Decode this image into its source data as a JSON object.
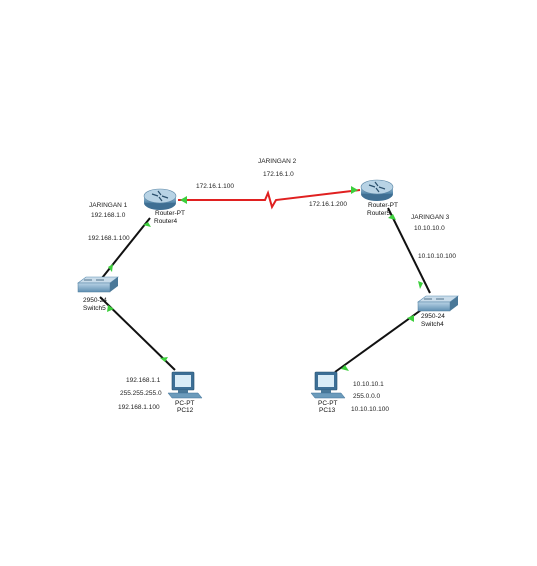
{
  "networks": {
    "net1": {
      "title": "JARINGAN 1",
      "address": "192.168.1.0"
    },
    "net2": {
      "title": "JARINGAN 2",
      "address": "172.16.1.0"
    },
    "net3": {
      "title": "JARINGAN 3",
      "address": "10.10.10.0"
    }
  },
  "devices": {
    "router4": {
      "type": "Router-PT",
      "name": "Router4"
    },
    "router5": {
      "type": "Router-PT",
      "name": "Router5"
    },
    "switch5": {
      "type": "2950-24",
      "name": "Switch5"
    },
    "switch4": {
      "type": "2950-24",
      "name": "Switch4"
    },
    "pc12": {
      "type": "PC-PT",
      "name": "PC12"
    },
    "pc13": {
      "type": "PC-PT",
      "name": "PC13"
    }
  },
  "ip_labels": {
    "r4_serial": "172.16.1.100",
    "r5_serial": "172.16.1.200",
    "r4_lan": "192.168.1.100",
    "r5_lan": "10.10.10.100",
    "pc12_ip": "192.168.1.1",
    "pc12_mask": "255.255.255.0",
    "pc12_gw": "192.168.1.100",
    "pc13_ip": "10.10.10.1",
    "pc13_mask": "255.0.0.0",
    "pc13_gw": "10.10.10.100"
  },
  "colors": {
    "serial_link": "#e02020",
    "ethernet_link": "#111111",
    "link_status": "#3ccf3c",
    "router_body": "#5a8fb0",
    "switch_body": "#6a9ab8",
    "pc_body": "#3d6f96"
  },
  "icons": {
    "router": "router-icon",
    "switch": "switch-icon",
    "pc": "pc-icon"
  }
}
